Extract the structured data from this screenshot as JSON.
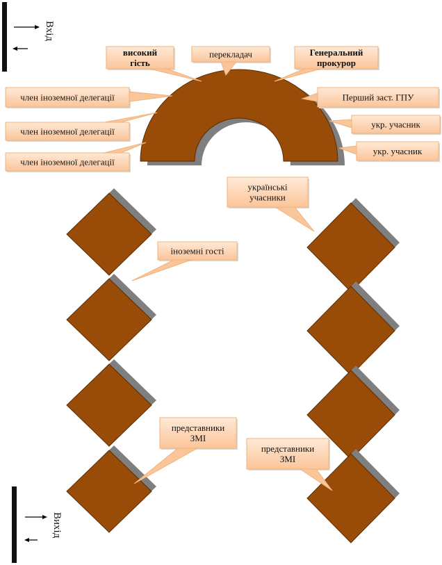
{
  "colors": {
    "table_fill": "#994C08",
    "table_stroke": "#5a2c04",
    "shadow": "#7f7f7f",
    "callout_fill_top": "#ffe9d6",
    "callout_fill_bottom": "#fbc59a",
    "callout_stroke": "#f0b27a",
    "wall": "#111111"
  },
  "doors": {
    "entrance_label": "Вхід",
    "exit_label": "Вихід"
  },
  "callouts": {
    "high_guest": [
      "високий",
      "гість"
    ],
    "translator": [
      "перекладач"
    ],
    "prosecutor": [
      "Генеральний",
      "прокурор"
    ],
    "foreign_delegation_1": [
      "член іноземної делегації"
    ],
    "foreign_delegation_2": [
      "член іноземної делегації"
    ],
    "foreign_delegation_3": [
      "член іноземної делегації"
    ],
    "first_deputy": [
      "Перший заст. ГПУ"
    ],
    "ukr_participant_1": [
      "укр. учасник"
    ],
    "ukr_participant_2": [
      "укр. учасник"
    ],
    "ukrainian_participants": [
      "українські",
      "учасники"
    ],
    "foreign_guests": [
      "іноземні гості"
    ],
    "media_left": [
      "представники",
      "ЗМІ"
    ],
    "media_right": [
      "представники",
      "ЗМІ"
    ]
  }
}
